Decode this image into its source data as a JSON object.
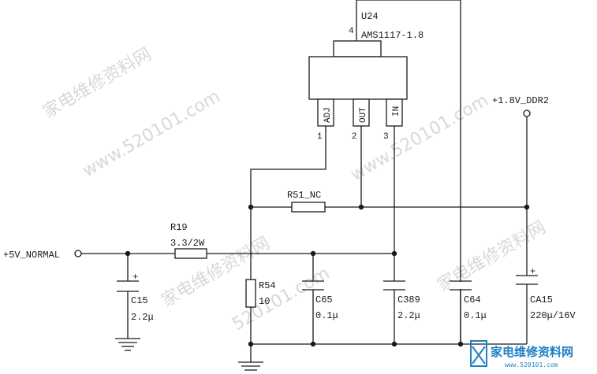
{
  "ic": {
    "ref": "U24",
    "part": "AMS1117-1.8",
    "tab_pin": "4",
    "pins": [
      {
        "number": "1",
        "name": "ADJ"
      },
      {
        "number": "2",
        "name": "OUT"
      },
      {
        "number": "3",
        "name": "IN"
      }
    ]
  },
  "nets": {
    "input": "+5V_NORMAL",
    "output": "+1.8V_DDR2"
  },
  "resistors": [
    {
      "ref": "R51_NC",
      "value": ""
    },
    {
      "ref": "R19",
      "value": "3.3/2W"
    },
    {
      "ref": "R54",
      "value": "10"
    }
  ],
  "capacitors": [
    {
      "ref": "C15",
      "value": "2.2μ",
      "polarized": true
    },
    {
      "ref": "C65",
      "value": "0.1μ",
      "polarized": false
    },
    {
      "ref": "C389",
      "value": "2.2μ",
      "polarized": false
    },
    {
      "ref": "C64",
      "value": "0.1μ",
      "polarized": false
    },
    {
      "ref": "CA15",
      "value": "220μ/16V",
      "polarized": true
    }
  ],
  "polarity_mark": "+",
  "watermark": {
    "cn": "家电维修资料网",
    "url": "www.520101.com",
    "url_short": "520101.com"
  },
  "logo": {
    "text": "家电维修资料网",
    "url": "www.520101.com",
    "color": "#1e7fc4"
  }
}
